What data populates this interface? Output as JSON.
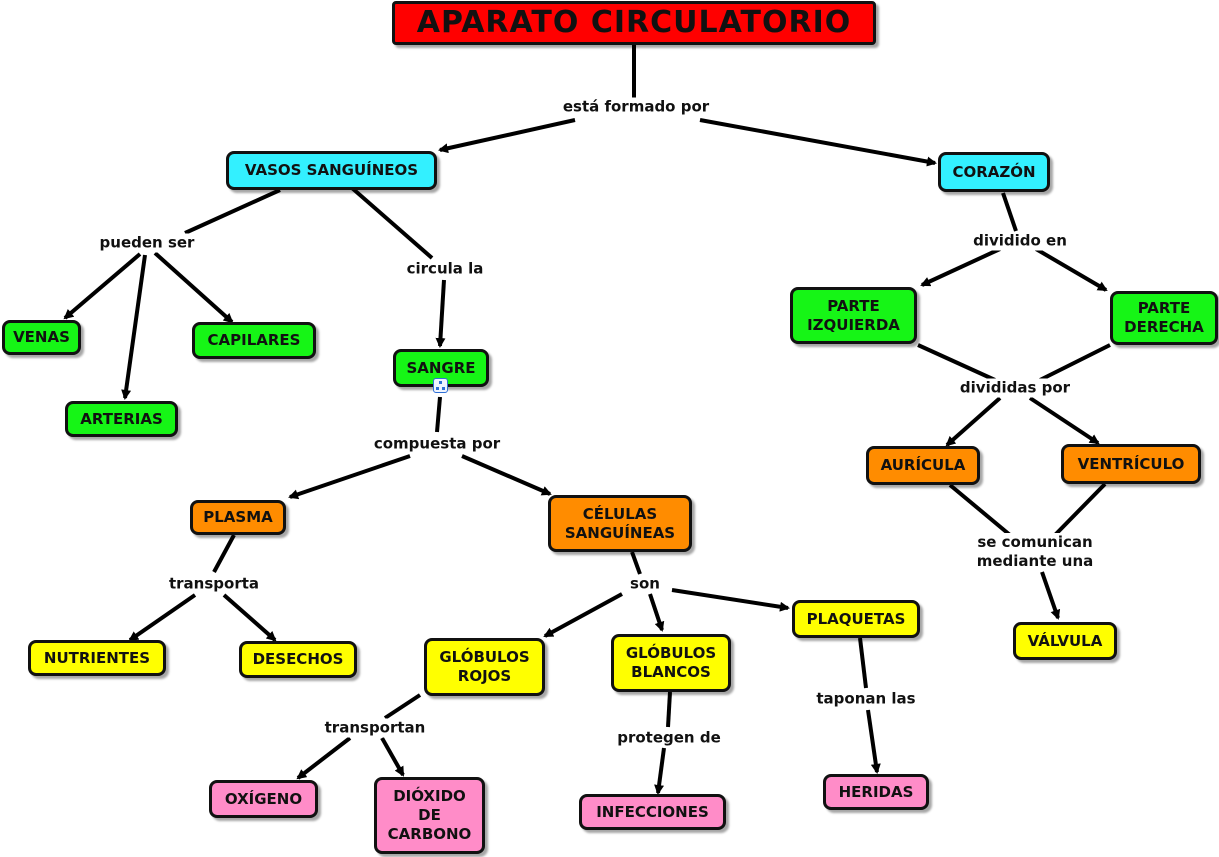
{
  "nodes": {
    "title": "APARATO CIRCULATORIO",
    "vasos": "VASOS SANGUÍNEOS",
    "corazon": "CORAZÓN",
    "venas": "VENAS",
    "arterias": "ARTERIAS",
    "capilares": "CAPILARES",
    "sangre": "SANGRE",
    "plasma": "PLASMA",
    "celulas": "CÉLULAS\nSANGUÍNEAS",
    "nutrientes": "NUTRIENTES",
    "desechos": "DESECHOS",
    "rojos": "GLÓBULOS\nROJOS",
    "blancos": "GLÓBULOS\nBLANCOS",
    "plaquetas": "PLAQUETAS",
    "oxigeno": "OXÍGENO",
    "dioxido": "DIÓXIDO\nDE\nCARBONO",
    "infecciones": "INFECCIONES",
    "heridas": "HERIDAS",
    "izquierda": "PARTE\nIZQUIERDA",
    "derecha": "PARTE\nDERECHA",
    "auricula": "AURÍCULA",
    "ventriculo": "VENTRÍCULO",
    "valvula": "VÁLVULA"
  },
  "links": {
    "formado": "está formado por",
    "pueden": "pueden ser",
    "circula": "circula la",
    "compuesta": "compuesta por",
    "transporta": "transporta",
    "son": "son",
    "transportan": "transportan",
    "protegen": "protegen de",
    "taponan": "taponan las",
    "dividido": "dividido en",
    "divididas": "divididas por",
    "comunican": "se comunican\nmediante una"
  },
  "colors": {
    "title": "#ff0000",
    "level1": "#33f0ff",
    "level2": "#16f516",
    "level3": "#ff8c00",
    "level4": "#ffff00",
    "level5": "#ff8cc8"
  },
  "icons": [
    "expand-submap-icon"
  ]
}
